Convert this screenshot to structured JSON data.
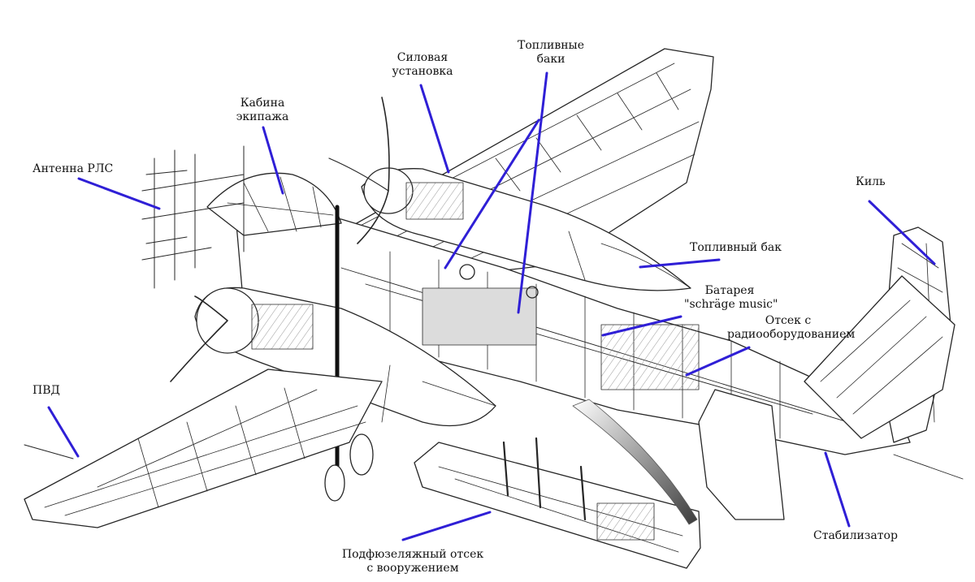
{
  "colors": {
    "leader": "#2f1fd6",
    "ink": "#262626",
    "fill": "#ffffff",
    "shade": "#dcdcdc",
    "arrow": "#5a5a5a"
  },
  "labels": {
    "power_plant": [
      "Силовая",
      "установка"
    ],
    "fuel_tanks": [
      "Топливные",
      "баки"
    ],
    "cockpit": [
      "Кабина",
      "экипажа"
    ],
    "radar_antenna": "Антенна РЛС",
    "fin": "Киль",
    "fuel_tank": "Топливный бак",
    "battery": [
      "Батарея",
      "\"schräge music\""
    ],
    "radio_bay": [
      "Отсек с",
      "радиооборудованием"
    ],
    "pitot": "ПВД",
    "stabilizer": "Стабилизатор",
    "weapons_bay": [
      "Подфюзеляжный отсек",
      "с вооружением"
    ]
  }
}
